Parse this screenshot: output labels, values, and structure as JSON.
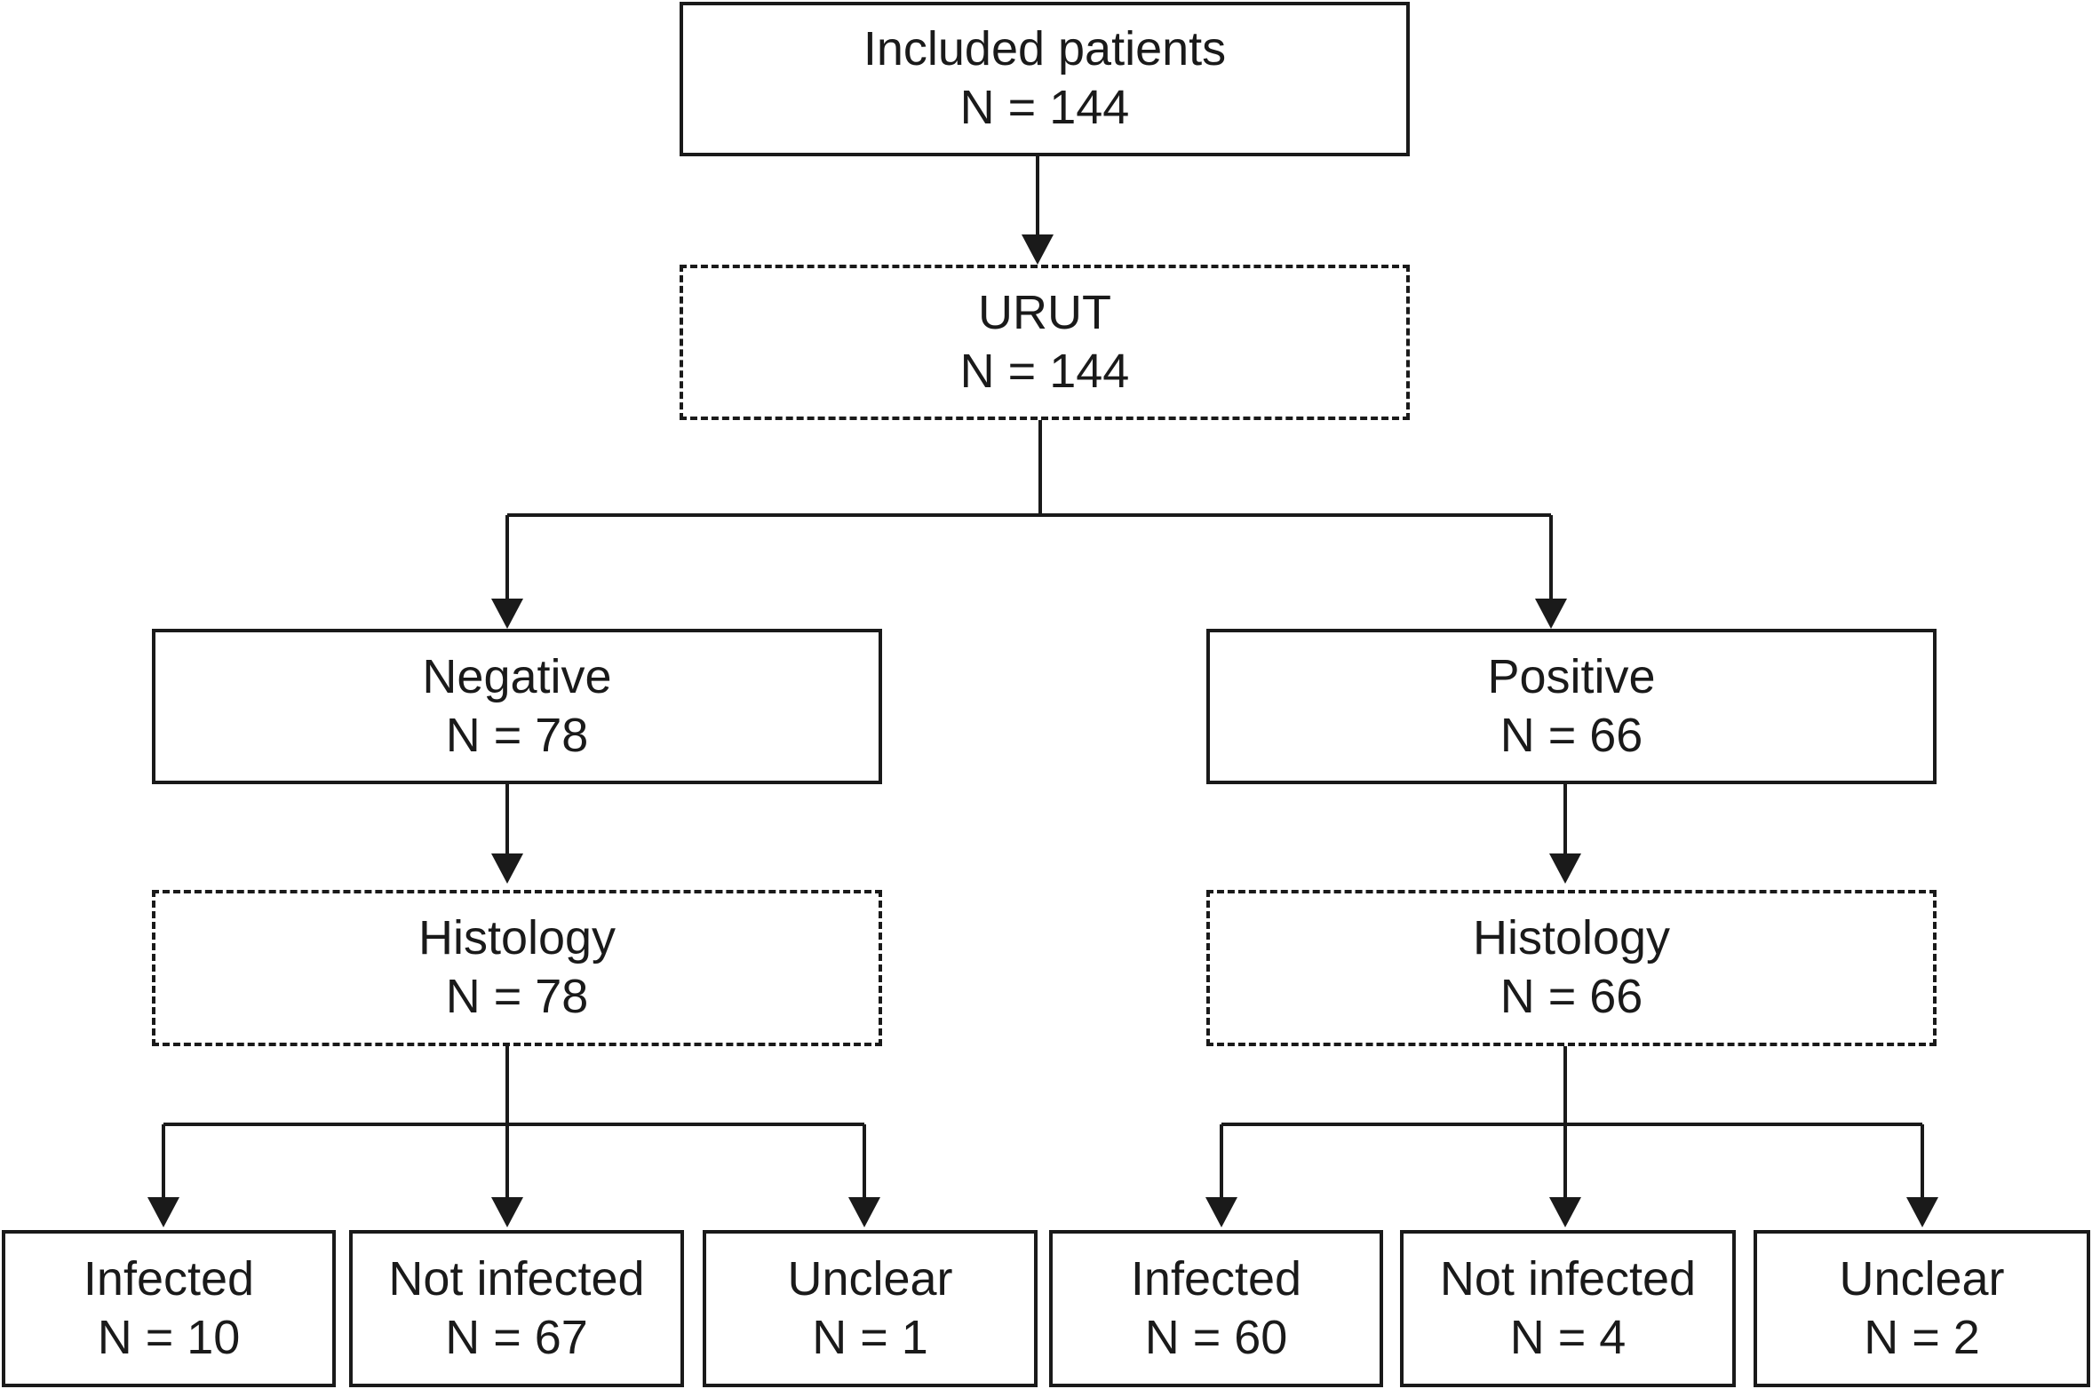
{
  "nodes": {
    "included": {
      "label": "Included patients",
      "count": "N = 144"
    },
    "urut": {
      "label": "URUT",
      "count": "N = 144"
    },
    "negative": {
      "label": "Negative",
      "count": "N = 78"
    },
    "positive": {
      "label": "Positive",
      "count": "N = 66"
    },
    "histology_negative": {
      "label": "Histology",
      "count": "N = 78"
    },
    "histology_positive": {
      "label": "Histology",
      "count": "N = 66"
    },
    "neg_infected": {
      "label": "Infected",
      "count": "N = 10"
    },
    "neg_not_infected": {
      "label": "Not infected",
      "count": "N = 67"
    },
    "neg_unclear": {
      "label": "Unclear",
      "count": "N = 1"
    },
    "pos_infected": {
      "label": "Infected",
      "count": "N = 60"
    },
    "pos_not_infected": {
      "label": "Not infected",
      "count": "N = 4"
    },
    "pos_unclear": {
      "label": "Unclear",
      "count": "N = 2"
    }
  }
}
